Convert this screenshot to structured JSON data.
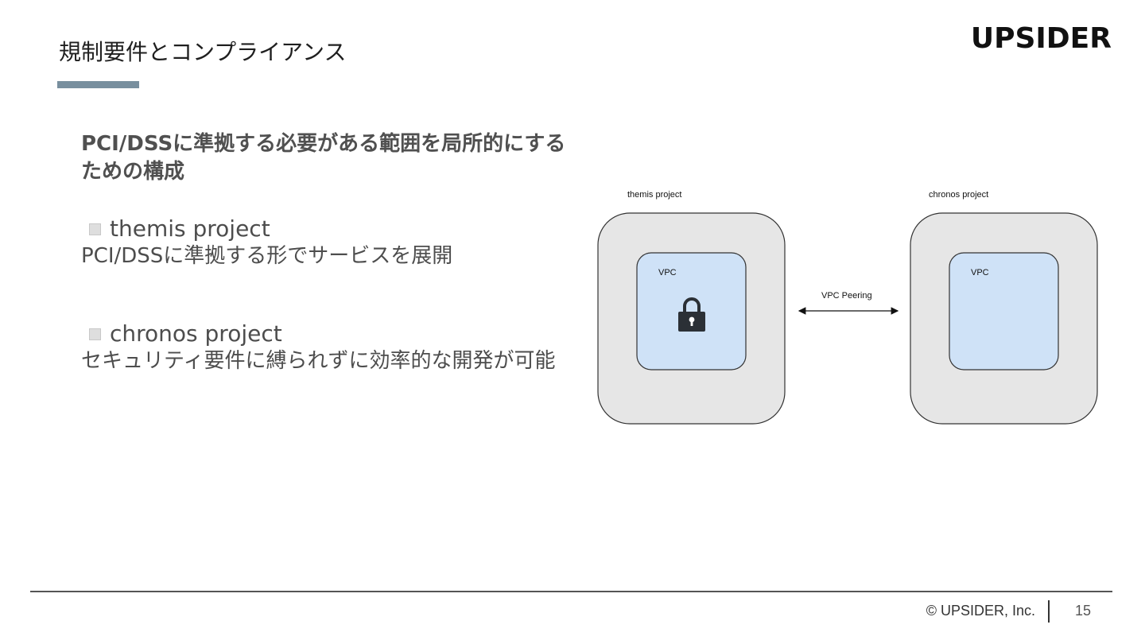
{
  "slide": {
    "title": "規制要件とコンプライアンス",
    "logo_text": "UPSIDER"
  },
  "content": {
    "heading": "PCI/DSSに準拠する必要がある範囲を局所的にするための構成",
    "bullets": [
      {
        "label": "themis project",
        "description": "PCI/DSSに準拠する形でサービスを展開"
      },
      {
        "label": "chronos project",
        "description": "セキュリティ要件に縛られずに効率的な開発が可能"
      }
    ]
  },
  "diagram": {
    "left_project_label": "themis project",
    "right_project_label": "chronos project",
    "left_vpc_label": "VPC",
    "right_vpc_label": "VPC",
    "peering_label": "VPC Peering",
    "lock_icon": "lock-icon",
    "colors": {
      "project_fill": "#e6e6e6",
      "vpc_fill": "#cfe2f7",
      "stroke": "#333333"
    }
  },
  "footer": {
    "copyright": "© UPSIDER, Inc.",
    "page_number": "15"
  }
}
